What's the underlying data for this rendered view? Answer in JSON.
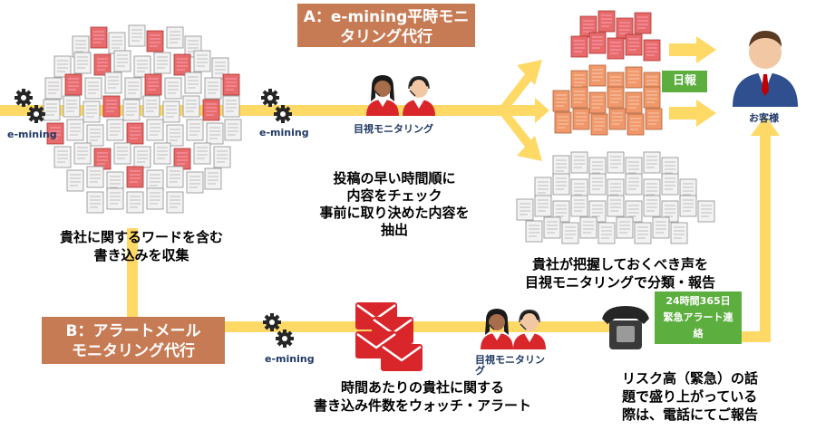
{
  "section_a": {
    "title_line1": "A：e-mining平時モニ",
    "title_line2": "タリング代行"
  },
  "section_b": {
    "title_line1": "B：アラートメール",
    "title_line2": "モニタリング代行"
  },
  "engine_label": "e-mining",
  "monitor_label": "目視モニタリング",
  "collect": {
    "line1": "貴社に関するワードを含む",
    "line2": "書き込みを収集"
  },
  "check": {
    "line1": "投稿の早い時間順に",
    "line2": "内容をチェック",
    "line3": "事前に取り決めた内容を",
    "line4": "抽出"
  },
  "classify": {
    "line1": "貴社が把握しておくべき声を",
    "line2": "目視モニタリングで分類・報告"
  },
  "daily_report": "日報",
  "customer": "お客様",
  "alert_box": {
    "line1": "24時間365日",
    "line2": "緊急アラート連",
    "line3": "絡"
  },
  "watch": {
    "line1": "時間あたりの貴社に関する",
    "line2": "書き込み件数をウォッチ・アラート"
  },
  "risk": {
    "line1": "リスク高（緊急）の話",
    "line2": "題で盛り上がっている",
    "line3": "際は、電話にてご報告"
  },
  "colors": {
    "flow_yellow": "#ffd966",
    "title_brown": "#c67b55",
    "report_green": "#5cae3f",
    "doc_red": "#e86b6b",
    "doc_orange": "#f0986a",
    "doc_white": "#f4f4f4",
    "navy_text": "#1f3864",
    "red_text": "#c00000"
  }
}
